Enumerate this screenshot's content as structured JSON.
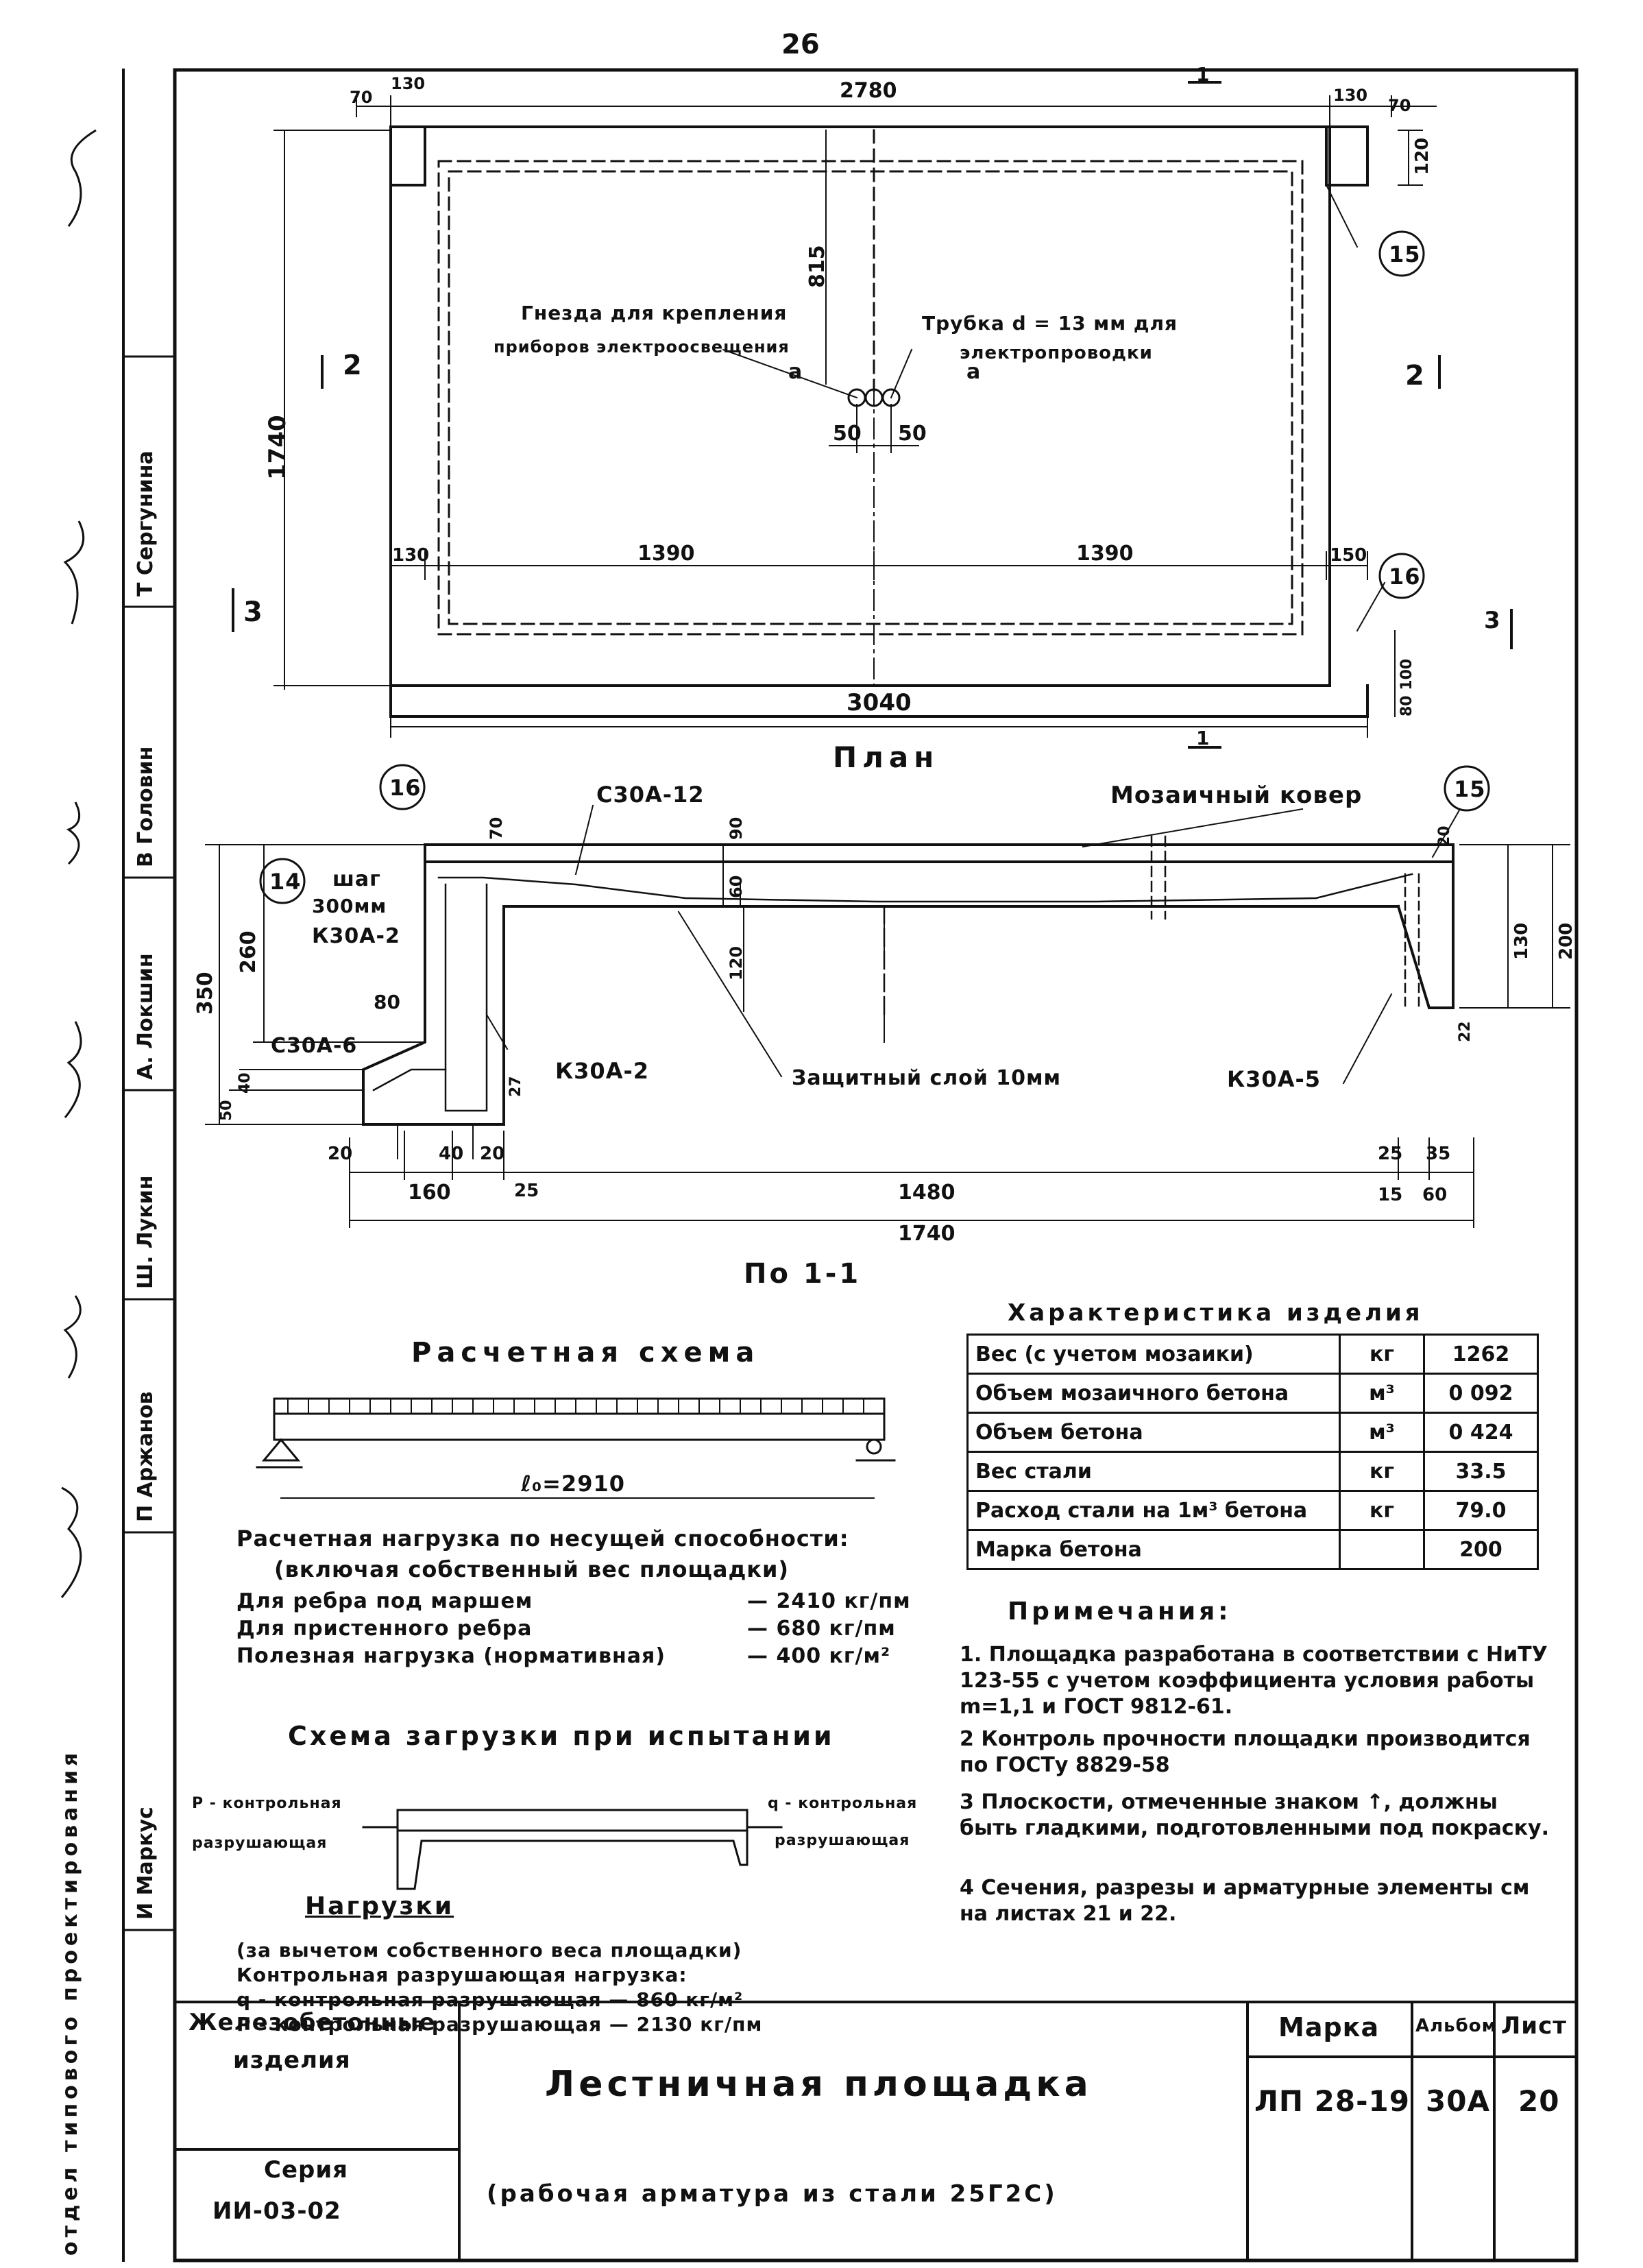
{
  "page_number": "26",
  "plan": {
    "dims": {
      "d70_left": "70",
      "d130_left": "130",
      "d2780": "2780",
      "d130_right": "130",
      "d70_right": "70",
      "d120": "120",
      "d815": "815",
      "d1740": "1740",
      "d50a": "50",
      "d50b": "50",
      "d130_b_left": "130",
      "d1390a": "1390",
      "d1390b": "1390",
      "d150": "150",
      "d3040": "3040",
      "d80_100": "80 100"
    },
    "notes": {
      "sockets_l1": "Гнезда для крепления",
      "sockets_l2": "приборов электроосвещения",
      "tube_l1": "Трубка  d = 13 мм  для",
      "tube_l2": "электропроводки"
    },
    "markers": {
      "a1": "a",
      "a2": "a",
      "m2L": "2",
      "m2R": "2",
      "m3L": "3",
      "m3R": "3",
      "m1a": "1",
      "m1b": "1"
    },
    "callouts": {
      "c15": "15",
      "c16": "16"
    },
    "title": "План"
  },
  "section": {
    "labels": {
      "c30_12": "С30A-12",
      "mosaic": "Мозаичный ковер",
      "step_l1": "шаг",
      "step_l2": "300мм",
      "k30_2a": "К30A-2",
      "c30_6": "С30A-6",
      "k30_2b": "К30A-2",
      "protect": "Защитный слой 10мм",
      "k30_5": "К30A-5"
    },
    "callouts": {
      "c16": "16",
      "c14": "14",
      "c15": "15"
    },
    "dims": {
      "d70": "70",
      "d90": "90",
      "d60": "60",
      "d120": "120",
      "d260": "260",
      "d350": "350",
      "d80": "80",
      "d40": "40",
      "d50": "50",
      "d27": "27",
      "d20r": "20",
      "d130": "130",
      "d200": "200",
      "d22": "22",
      "d20a": "20",
      "d40b": "40",
      "d20b": "20",
      "d160": "160",
      "d25a": "25",
      "d1480": "1480",
      "d25b": "25",
      "d35": "35",
      "d15": "15",
      "d60b": "60",
      "d1740": "1740"
    },
    "title": "По 1-1"
  },
  "calc_scheme": {
    "title": "Расчетная схема",
    "span": "ℓ₀=2910",
    "load_title_l1": "Расчетная нагрузка по несущей способности:",
    "load_title_l2": "(включая собственный вес площадки)",
    "loads": [
      {
        "label": "Для ребра под маршем",
        "value": "— 2410 кг/пм"
      },
      {
        "label": "Для пристенного ребра",
        "value": "— 680 кг/пм"
      },
      {
        "label": "Полезная нагрузка (нормативная)",
        "value": "— 400 кг/м²"
      }
    ]
  },
  "test_scheme": {
    "title": "Схема загрузки при испытании",
    "p_l1": "P - контрольная",
    "p_l2": "разрушающая",
    "q_l1": "q - контрольная",
    "q_l2": "разрушающая",
    "loads_title": "Нагрузки",
    "lines": [
      "(за вычетом собственного веса площадки)",
      "Контрольная разрушающая нагрузка:",
      "q - контрольная  разрушающая — 860  кг/м²",
      "P - контрольная  разрушающая — 2130 кг/пм"
    ]
  },
  "characteristics": {
    "title": "Характеристика изделия",
    "rows": [
      {
        "name": "Вес  (с учетом мозаики)",
        "unit": "кг",
        "value": "1262"
      },
      {
        "name": "Объем мозаичного бетона",
        "unit": "м³",
        "value": "0 092"
      },
      {
        "name": "Объем бетона",
        "unit": "м³",
        "value": "0 424"
      },
      {
        "name": "Вес стали",
        "unit": "кг",
        "value": "33.5"
      },
      {
        "name": "Расход стали на 1м³ бетона",
        "unit": "кг",
        "value": "79.0"
      },
      {
        "name": "Марка бетона",
        "unit": "",
        "value": "200"
      }
    ]
  },
  "notes": {
    "title": "Примечания:",
    "items": [
      "1. Площадка разработана в соответствии с НиТУ 123-55 с учетом коэффициента условия работы m=1,1 и ГОСТ 9812-61.",
      "2  Контроль прочности площадки производится по ГОСТу 8829-58",
      "3  Плоскости, отмеченные знаком ↑, должны быть гладкими, подготовленными под покраску.",
      "4  Сечения, разрезы и арматурные элементы см на листах 21 и 22."
    ]
  },
  "side_stamp": {
    "dept": "отдел типового проектирования",
    "names": [
      "И Маркус",
      "П Аржанов",
      "Ш. Лукин",
      "А. Локшин",
      "В Головин",
      "Т Сергунина"
    ]
  },
  "title_block": {
    "org_l1": "Железобетонные",
    "org_l2": "изделия",
    "series_l1": "Серия",
    "series_l2": "ИИ-03-02",
    "name": "Лестничная площадка",
    "sub": "(рабочая  арматура  из  стали  25Г2С)",
    "mark_h": "Марка",
    "mark": "ЛП 28-19",
    "album_h": "Альбом",
    "album": "30A",
    "sheet_h": "Лист",
    "sheet": "20"
  }
}
